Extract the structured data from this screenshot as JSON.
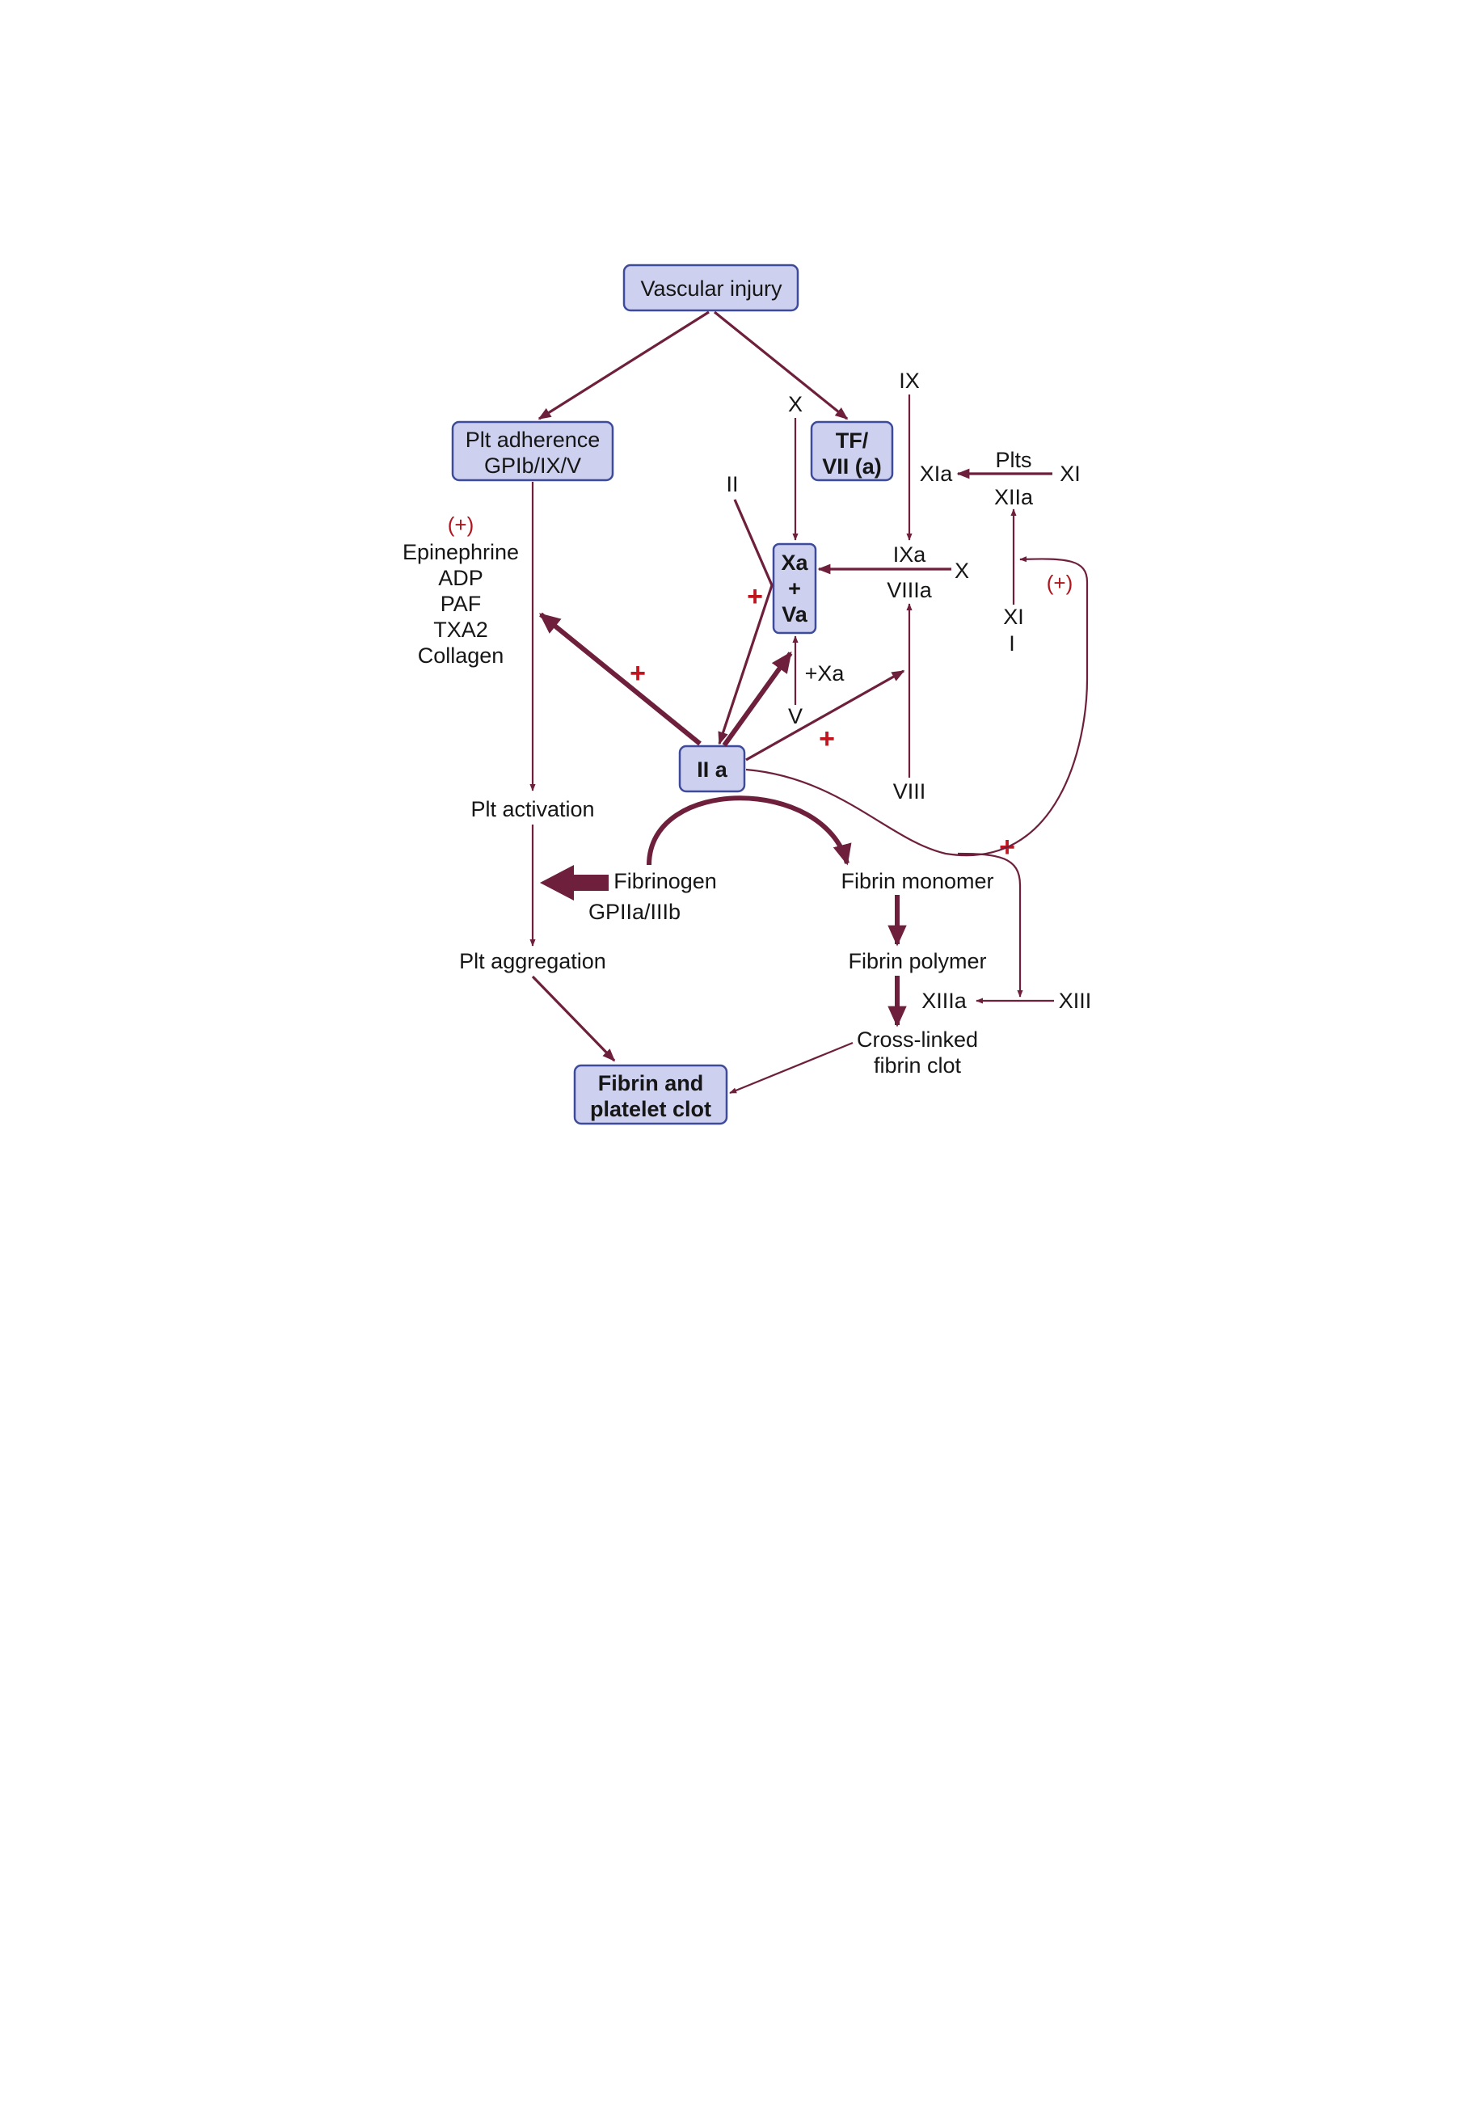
{
  "boxes": {
    "vascular_injury": "Vascular injury",
    "plt_adherence": [
      "Plt adherence",
      "GPIb/IX/V"
    ],
    "tf_vii": [
      "TF/",
      "VII (a)"
    ],
    "xa_va": [
      "Xa",
      "+",
      "Va"
    ],
    "iia": "II a",
    "fibrin_platelet_clot": [
      "Fibrin and",
      "platelet clot"
    ]
  },
  "agonists": {
    "marker": "(+)",
    "items": [
      "Epinephrine",
      "ADP",
      "PAF",
      "TXA2",
      "Collagen"
    ]
  },
  "labels": {
    "plt_activation": "Plt activation",
    "fibrinogen": "Fibrinogen",
    "gpiia_iiib": "GPIIa/IIIb",
    "plt_aggregation": "Plt aggregation",
    "fibrin_monomer": "Fibrin monomer",
    "fibrin_polymer": "Fibrin polymer",
    "cross_linked": [
      "Cross-linked",
      "fibrin clot"
    ],
    "x_top": "X",
    "ii": "II",
    "v": "V",
    "plus_xa": "+Xa",
    "ix": "IX",
    "ixa": "IXa",
    "viiia": "VIIIa",
    "viii": "VIII",
    "x_right": "X",
    "xia": "XIa",
    "plts": "Plts",
    "xi_top": "XI",
    "xiia": "XIIa",
    "xi_xii": [
      "XI",
      "I"
    ],
    "positive_marker": "(+)",
    "xiiia": "XIIIa",
    "xiii": "XIII"
  },
  "plus_sign": "+",
  "colors": {
    "arrow": "#6e1f3b",
    "box_fill": "#cdd0ee",
    "box_border": "#3d4b9a",
    "plus": "#c0141f"
  }
}
